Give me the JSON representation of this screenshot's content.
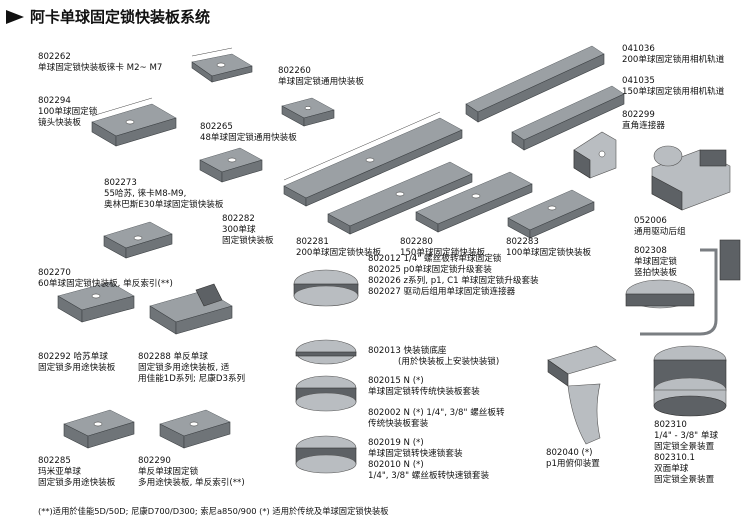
{
  "title": "阿卡单球固定锁快装板系统",
  "items": {
    "p802262": {
      "code": "802262",
      "desc": "单球固定锁快装板徕卡 M2~ M7"
    },
    "p802294": {
      "code": "802294",
      "desc1": "100单球固定锁",
      "desc2": "镜头快装板"
    },
    "p802260": {
      "code": "802260",
      "desc": "单球固定锁通用快装板"
    },
    "p802265": {
      "code": "802265",
      "desc": "48单球固定锁通用快装板"
    },
    "p802273": {
      "code": "802273",
      "desc1": "55哈苏, 徕卡M8-M9,",
      "desc2": "奥林巴斯E30单球固定锁快装板"
    },
    "p802282": {
      "code": "802282",
      "desc1": "300单球",
      "desc2": "固定锁快装板"
    },
    "p802281": {
      "code": "802281",
      "desc": "200单球固定锁快装板"
    },
    "p802280": {
      "code": "802280",
      "desc": "150单球固定锁快装板"
    },
    "p802283": {
      "code": "802283",
      "desc": "100单球固定锁快装板"
    },
    "p041036": {
      "code": "041036",
      "desc": "200单球固定锁用相机轨道"
    },
    "p041035": {
      "code": "041035",
      "desc": "150单球固定锁用相机轨道"
    },
    "p802299": {
      "code": "802299",
      "desc": "直角连接器"
    },
    "p052006": {
      "code": "052006",
      "desc": "通用驱动后组"
    },
    "p802308": {
      "code": "802308",
      "desc1": "单球固定锁",
      "desc2": "竖拍快装板"
    },
    "p802270": {
      "code": "802270",
      "desc": "60单球固定锁快装板, 单反索引(**)"
    },
    "p802292": {
      "code": "802292",
      "desc1": "哈苏单球",
      "desc2": "固定锁多用途快装板"
    },
    "p802288": {
      "code": "802288",
      "desc1": "单反单球",
      "desc2": "固定锁多用途快装板, 适",
      "desc3": "用佳能1D系列; 尼康D3系列"
    },
    "p802285": {
      "code": "802285",
      "desc1": "玛米亚单球",
      "desc2": "固定锁多用途快装板"
    },
    "p802290": {
      "code": "802290",
      "desc1": "单反单球固定锁",
      "desc2": "多用途快装板,  单反索引(**)"
    },
    "group1": [
      "802012  1/4\" 螺丝板转单球固定锁",
      "802025   p0单球固定锁升级套装",
      "802026   z系列, p1, C1 单球固定锁升级套装",
      "802027   驱动后组用单球固定锁连接器"
    ],
    "p802013": {
      "line1": "802013  快装锁底座",
      "line2": "(用於快装板上安装快装锁)"
    },
    "p802015": {
      "line1": "802015 N (*)",
      "line2": "单球固定锁转传统快装板套装"
    },
    "p802002": {
      "line1": "802002 N (*) 1/4\", 3/8\" 螺丝板转",
      "line2": "传统快装板套装"
    },
    "p802019": {
      "line1": "802019 N (*)",
      "line2": "单球固定锁转快速锁套装",
      "line3": "802010 N (*)",
      "line4": "1/4\", 3/8\" 螺丝板转快速锁套装"
    },
    "p802040": {
      "line1": "802040 (*)",
      "line2": "p1用俯仰装置"
    },
    "p802310": {
      "line1": "802310",
      "line2": "1/4\" - 3/8\" 单球",
      "line3": "固定锁全景装置",
      "line4": "802310.1",
      "line5": "双面单球",
      "line6": "固定锁全景装置"
    }
  },
  "footer": "(**)适用於佳能5D/50D; 尼康D700/D300; 索尼a850/900   (*) 适用於传统及单球固定锁快装板"
}
